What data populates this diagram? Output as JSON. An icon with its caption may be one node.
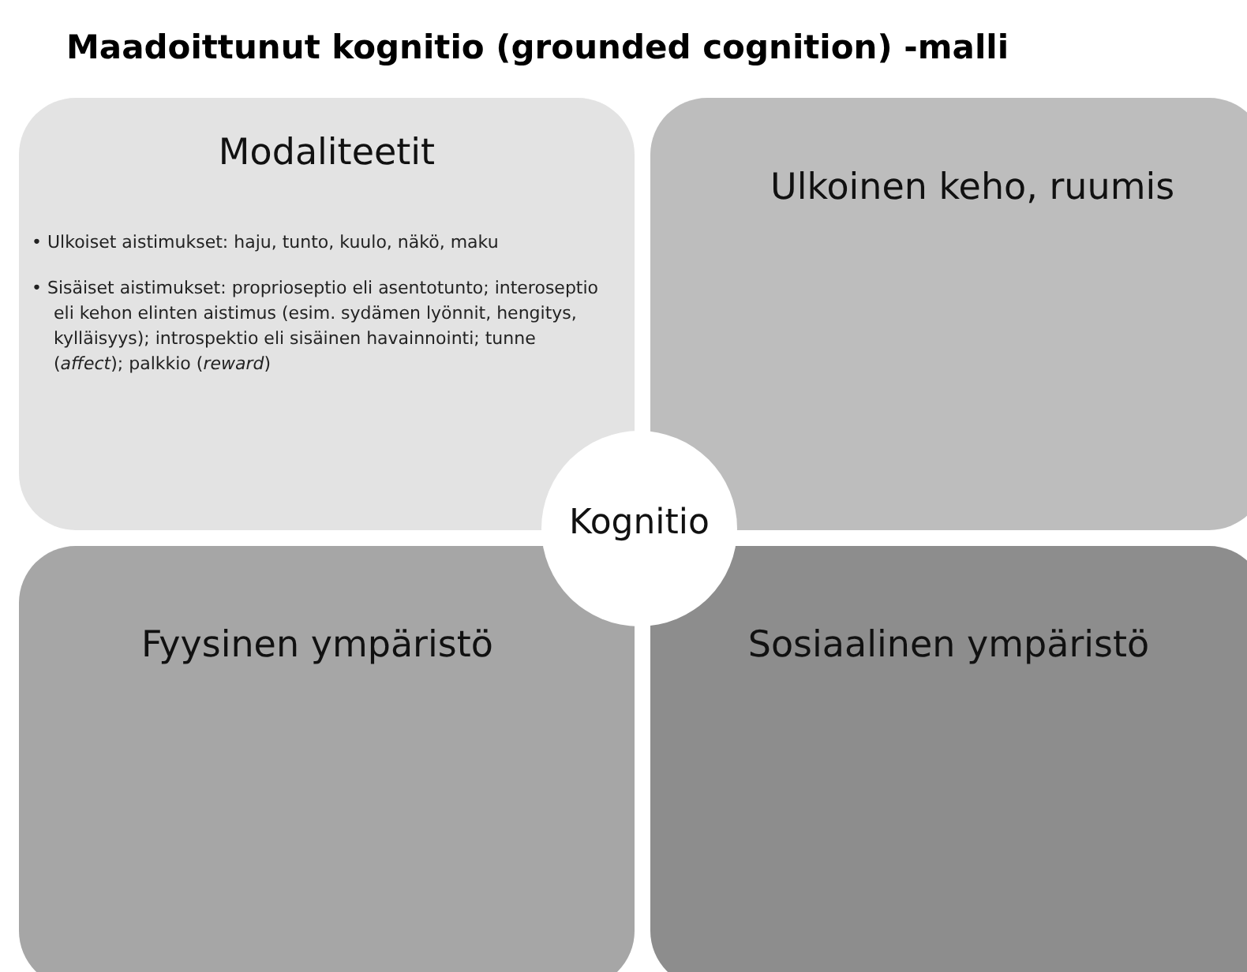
{
  "diagram": {
    "title": "Maadoittunut kognitio (grounded cognition) -malli",
    "nodes": [
      {
        "text": [
          "Modaliteetit",
          "• Ulkoiset aistimukset: haju, tunto, kuulo, näkö, maku",
          "• Sisäiset aistimukset: proprioseptio eli asentotunto; interoseptio eli kehon elinten aistimus (esim. sydämen lyönnit, hengitys, kylläisyys); introspektio eli sisäinen havainnointi; tunne (*affect*); palkkio (*reward*)"
        ]
      },
      {
        "text": [
          "Ulkoinen keho, ruumis"
        ]
      },
      {
        "text": [
          "Fyysinen ympäristö"
        ]
      },
      {
        "text": [
          "Sosiaalinen ympäristö"
        ]
      },
      {
        "text": [
          "Kognitio"
        ]
      }
    ]
  }
}
